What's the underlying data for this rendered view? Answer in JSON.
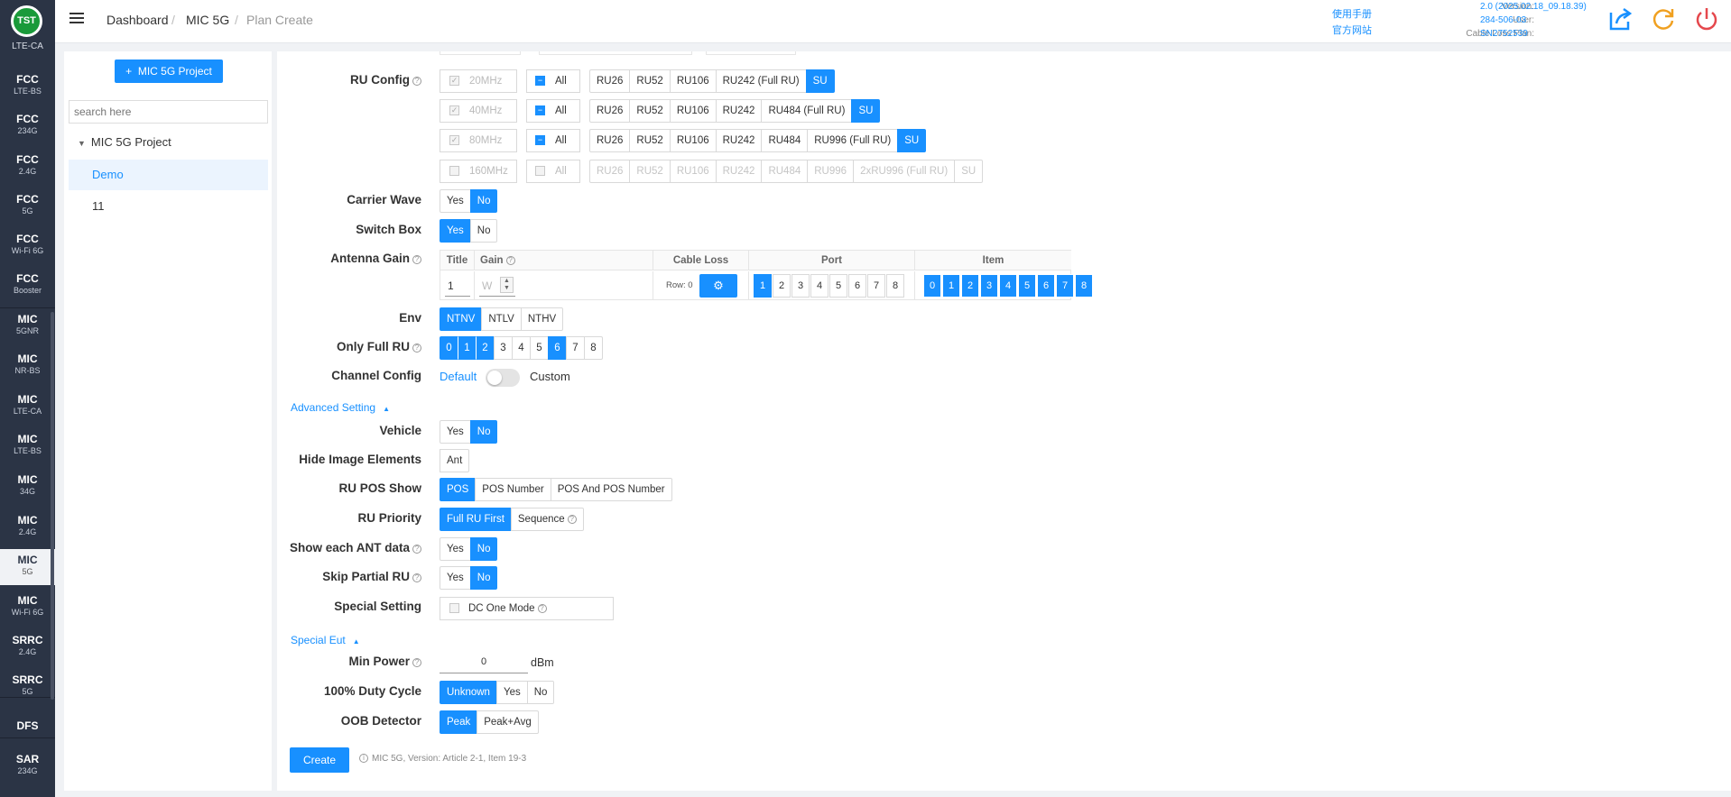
{
  "sidebar": {
    "logo": "TST",
    "logo_sub": "LTE-CA",
    "items": [
      {
        "l1": "FCC",
        "l2": "LTE-BS"
      },
      {
        "l1": "FCC",
        "l2": "234G"
      },
      {
        "l1": "FCC",
        "l2": "2.4G"
      },
      {
        "l1": "FCC",
        "l2": "5G"
      },
      {
        "l1": "FCC",
        "l2": "Wi-Fi 6G"
      },
      {
        "l1": "FCC",
        "l2": "Booster"
      },
      {
        "l1": "MIC",
        "l2": "5GNR"
      },
      {
        "l1": "MIC",
        "l2": "NR-BS"
      },
      {
        "l1": "MIC",
        "l2": "LTE-CA"
      },
      {
        "l1": "MIC",
        "l2": "LTE-BS"
      },
      {
        "l1": "MIC",
        "l2": "34G"
      },
      {
        "l1": "MIC",
        "l2": "2.4G"
      },
      {
        "l1": "MIC",
        "l2": "5G"
      },
      {
        "l1": "MIC",
        "l2": "Wi-Fi 6G"
      },
      {
        "l1": "SRRC",
        "l2": "2.4G"
      },
      {
        "l1": "SRRC",
        "l2": "5G"
      },
      {
        "l1": "DFS",
        "l2": ""
      },
      {
        "l1": "SAR",
        "l2": "234G"
      }
    ]
  },
  "header": {
    "breadcrumb": [
      "Dashboard",
      "MIC 5G",
      "Plan Create"
    ],
    "manual_link": "使用手册",
    "website_link": "官方网站",
    "version_label": "Version:",
    "version_value": "2.0 (2025.02.18_09.18.39)",
    "user_label": "User:",
    "user_value": "284-506-03",
    "cable_label": "Cable Loss Plan:",
    "cable_value": "SN2752539"
  },
  "project": {
    "new_button": "MIC 5G Project",
    "search_placeholder": "search here",
    "root": "MIC 5G Project",
    "items": [
      "Demo",
      "11"
    ]
  },
  "form": {
    "ru_config": {
      "label": "RU Config",
      "all": "All",
      "rows": [
        {
          "bw": "20MHz",
          "options": [
            "RU26",
            "RU52",
            "RU106",
            "RU242 (Full RU)",
            "SU"
          ]
        },
        {
          "bw": "40MHz",
          "options": [
            "RU26",
            "RU52",
            "RU106",
            "RU242",
            "RU484 (Full RU)",
            "SU"
          ]
        },
        {
          "bw": "80MHz",
          "options": [
            "RU26",
            "RU52",
            "RU106",
            "RU242",
            "RU484",
            "RU996 (Full RU)",
            "SU"
          ]
        },
        {
          "bw": "160MHz",
          "options": [
            "RU26",
            "RU52",
            "RU106",
            "RU242",
            "RU484",
            "RU996",
            "2xRU996 (Full RU)",
            "SU"
          ]
        }
      ]
    },
    "carrier_wave": {
      "label": "Carrier Wave",
      "yes": "Yes",
      "no": "No"
    },
    "switch_box": {
      "label": "Switch Box",
      "yes": "Yes",
      "no": "No"
    },
    "antenna_gain": {
      "label": "Antenna Gain",
      "col_title": "Title",
      "col_gain": "Gain",
      "col_cable": "Cable Loss",
      "col_port": "Port",
      "col_item": "Item",
      "title_value": "1",
      "gain_placeholder": "W",
      "row_text": "Row: 0",
      "ports": [
        "1",
        "2",
        "3",
        "4",
        "5",
        "6",
        "7",
        "8"
      ],
      "items": [
        "0",
        "1",
        "2",
        "3",
        "4",
        "5",
        "6",
        "7",
        "8"
      ]
    },
    "env": {
      "label": "Env",
      "options": [
        "NTNV",
        "NTLV",
        "NTHV"
      ]
    },
    "only_full_ru": {
      "label": "Only Full RU",
      "options": [
        "0",
        "1",
        "2",
        "3",
        "4",
        "5",
        "6",
        "7",
        "8"
      ]
    },
    "channel_config": {
      "label": "Channel Config",
      "default": "Default",
      "custom": "Custom"
    },
    "advanced": "Advanced Setting",
    "vehicle": {
      "label": "Vehicle",
      "yes": "Yes",
      "no": "No"
    },
    "hide_image": {
      "label": "Hide Image Elements",
      "option": "Ant"
    },
    "ru_pos": {
      "label": "RU POS Show",
      "options": [
        "POS",
        "POS Number",
        "POS And POS Number"
      ]
    },
    "ru_priority": {
      "label": "RU Priority",
      "first": "Full RU First",
      "sequence": "Sequence"
    },
    "show_ant": {
      "label": "Show each ANT data",
      "yes": "Yes",
      "no": "No"
    },
    "skip_partial": {
      "label": "Skip Partial RU",
      "yes": "Yes",
      "no": "No"
    },
    "special_setting": {
      "label": "Special Setting",
      "option": "DC One Mode"
    },
    "special_eut": "Special Eut",
    "min_power": {
      "label": "Min Power",
      "value": "0",
      "unit": "dBm"
    },
    "duty_cycle": {
      "label": "100% Duty Cycle",
      "options": [
        "Unknown",
        "Yes",
        "No"
      ]
    },
    "oob": {
      "label": "OOB Detector",
      "options": [
        "Peak",
        "Peak+Avg"
      ]
    },
    "create": "Create",
    "footnote": "MIC 5G, Version: Article 2-1, Item 19-3"
  },
  "colors": {
    "accent": "#1890ff",
    "sidebar": "#2b3445"
  }
}
